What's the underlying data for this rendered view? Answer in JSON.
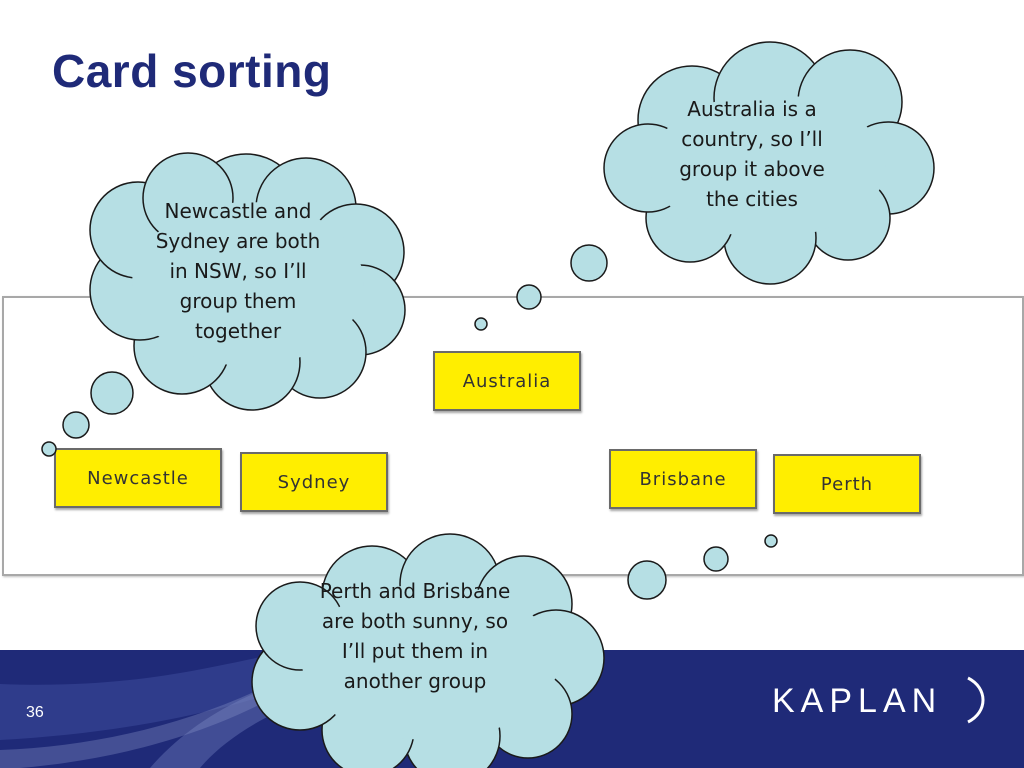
{
  "slide": {
    "title": "Card sorting",
    "page_number": "36"
  },
  "cards": {
    "australia": "Australia",
    "newcastle": "Newcastle",
    "sydney": "Sydney",
    "brisbane": "Brisbane",
    "perth": "Perth"
  },
  "thoughts": {
    "nsw_line1": "Newcastle and",
    "nsw_line2": "Sydney are both",
    "nsw_line3": "in NSW, so I’ll",
    "nsw_line4": "group them",
    "nsw_line5": "together",
    "country_line1": "Australia is a",
    "country_line2": "country, so I’ll",
    "country_line3": "group it above",
    "country_line4": "the cities",
    "sunny_line1": "Perth and Brisbane",
    "sunny_line2": "are both sunny, so",
    "sunny_line3": "I’ll put them in",
    "sunny_line4": "another group"
  },
  "logo": {
    "text": "KAPLAN"
  },
  "colors": {
    "title": "#1f2a78",
    "footer": "#1f2a78",
    "card": "#ffee00",
    "cloud_fill": "#b6dfe4",
    "cloud_stroke": "#1a1a1a"
  }
}
